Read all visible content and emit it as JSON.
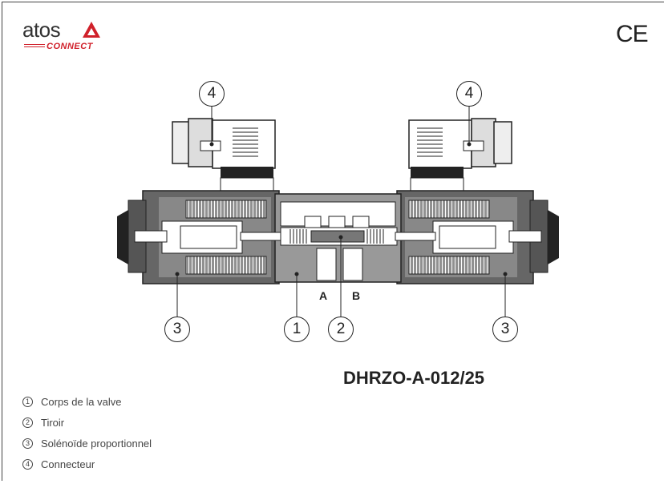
{
  "brand": {
    "word": "atos",
    "sub": "CONNECT",
    "accent": "#d0202a"
  },
  "ce_mark": "CE",
  "model": "DHRZO-A-012/25",
  "ports": {
    "a": "A",
    "b": "B"
  },
  "callouts": [
    "4",
    "4",
    "3",
    "1",
    "2",
    "3"
  ],
  "legend": [
    {
      "num": "1",
      "label": "Corps de la valve"
    },
    {
      "num": "2",
      "label": "Tiroir"
    },
    {
      "num": "3",
      "label": "Solénoïde proportionnel"
    },
    {
      "num": "4",
      "label": "Connecteur"
    }
  ]
}
